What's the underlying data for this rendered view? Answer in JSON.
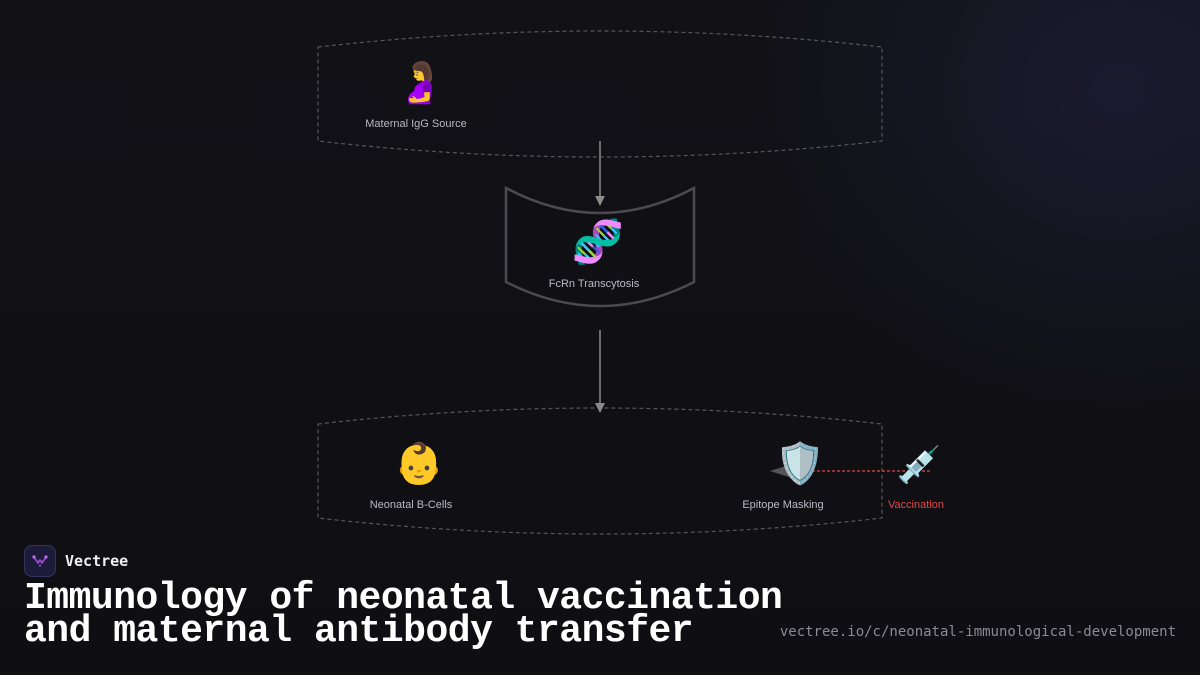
{
  "nodes": {
    "maternal": {
      "label": "Maternal IgG Source",
      "icon": "pregnant-woman-icon",
      "glyph": "🤰"
    },
    "fcrn": {
      "label": "FcRn Transcytosis",
      "icon": "dna-icon",
      "glyph": "🧬"
    },
    "neonatal": {
      "label": "Neonatal B-Cells",
      "icon": "baby-icon",
      "glyph": "👶"
    },
    "epitope": {
      "label": "Epitope Masking",
      "icon": "shield-icon",
      "glyph": "🛡️"
    },
    "vaccination": {
      "label": "Vaccination",
      "icon": "syringe-icon",
      "glyph": "💉"
    }
  },
  "colors": {
    "background": "#0f0f14",
    "accent_red": "#e04848",
    "edge": "#8a8a8a",
    "group_stroke": "#55555c",
    "label": "#b9b9c2"
  },
  "brand": {
    "name": "Vectree"
  },
  "title": {
    "line1": "Immunology of neonatal vaccination",
    "line2": "and maternal antibody transfer"
  },
  "url": "vectree.io/c/neonatal-immunological-development"
}
